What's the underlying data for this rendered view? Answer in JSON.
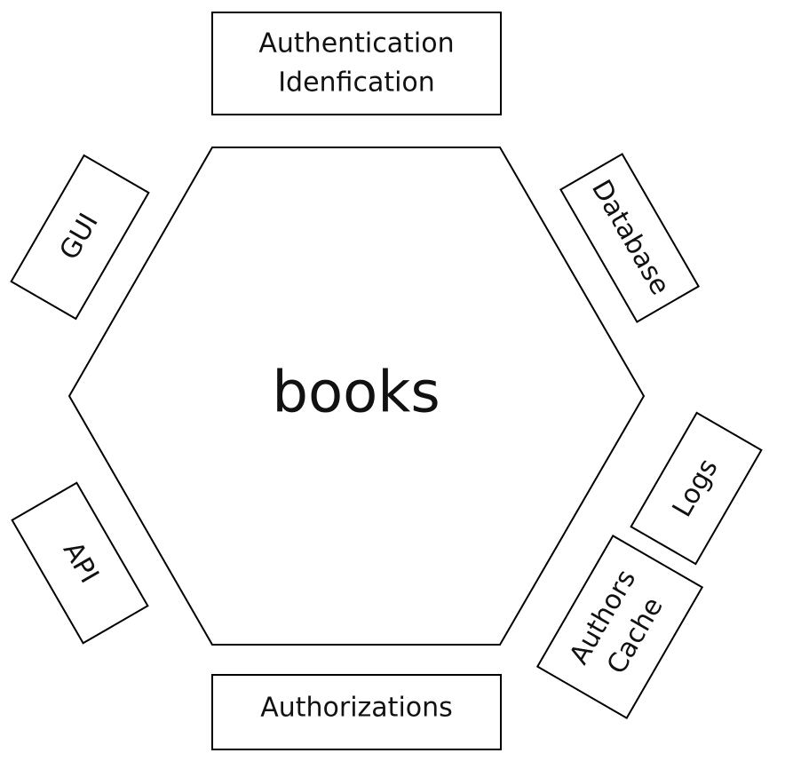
{
  "diagram": {
    "core": {
      "label": "books"
    },
    "adapters": {
      "auth": {
        "line1": "Authentication",
        "line2": "Idenfication"
      },
      "gui": {
        "label": "GUI"
      },
      "database": {
        "label": "Database"
      },
      "logs": {
        "label": "Logs"
      },
      "cache": {
        "line1": "Authors",
        "line2": "Cache"
      },
      "api": {
        "label": "API"
      },
      "authorizations": {
        "label": "Authorizations"
      }
    }
  }
}
